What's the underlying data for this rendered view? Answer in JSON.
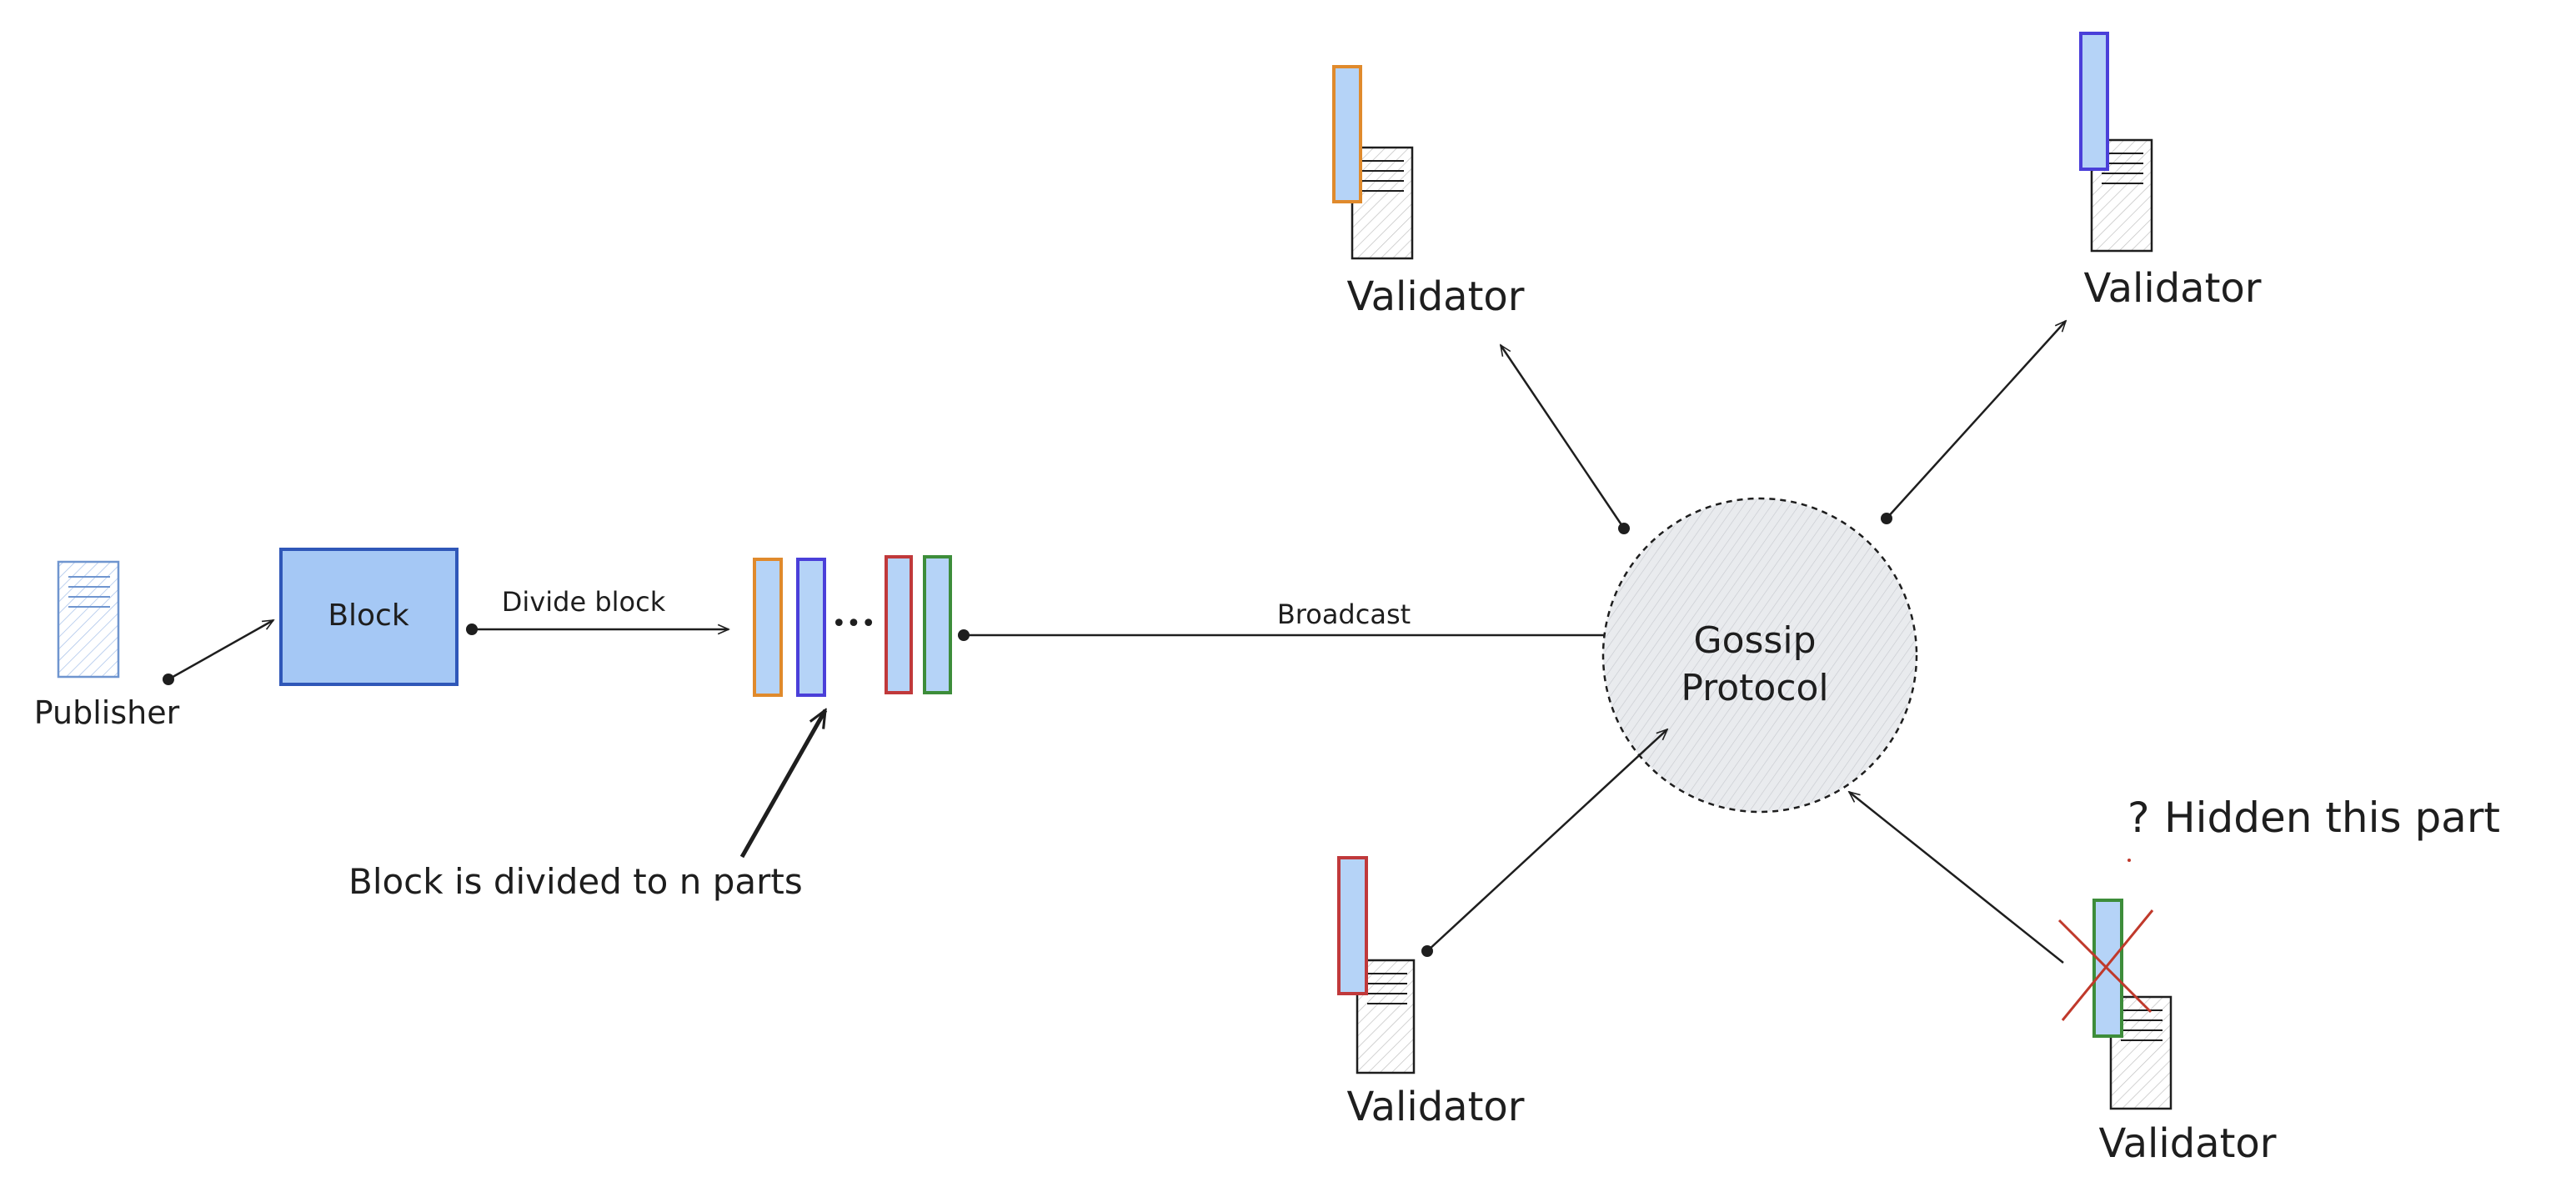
{
  "diagram": {
    "publisher_label": "Publisher",
    "block_label": "Block",
    "divide_label": "Divide block",
    "ellipsis": "•••",
    "parts_caption": "Block is divided to n parts",
    "broadcast_label": "Broadcast",
    "gossip_line1": "Gossip",
    "gossip_line2": "Protocol",
    "hidden_mark": "?",
    "hidden_label": "Hidden this part",
    "validators": [
      {
        "label": "Validator"
      },
      {
        "label": "Validator"
      },
      {
        "label": "Validator"
      },
      {
        "label": "Validator"
      }
    ]
  },
  "colors": {
    "stroke": "#1e1e1e",
    "publisher_blue": "#3f67b3",
    "block_fill": "#a5c8f5",
    "block_stroke": "#2f57b8",
    "part_fill": "#b5d3f7",
    "orange": "#e08a2c",
    "purple": "#4a3fd9",
    "red": "#c0393b",
    "green": "#3d8d3a",
    "annotation_red": "#c0392b",
    "gossip_fill": "#e9ebee"
  }
}
